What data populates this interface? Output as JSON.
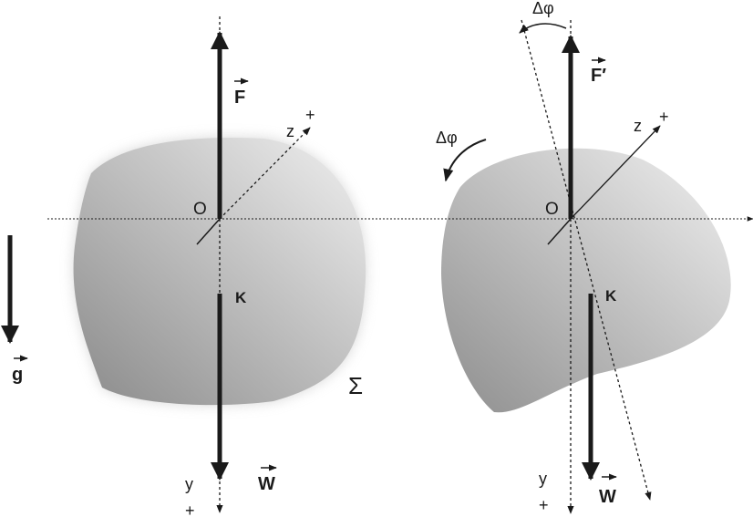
{
  "left": {
    "force_label": "F",
    "origin_label": "O",
    "center_of_mass_label": "K",
    "weight_label": "W",
    "z_axis_label": "z",
    "z_plus_label": "+",
    "y_axis_label": "y",
    "y_plus_label": "+",
    "gravity_label": "g",
    "body_label": "Σ"
  },
  "right": {
    "force_label": "F′",
    "origin_label": "O",
    "center_of_mass_label": "K",
    "weight_label": "W",
    "z_axis_label": "z",
    "z_plus_label": "+",
    "y_axis_label": "y",
    "y_plus_label": "+",
    "rotation_top_label": "Δφ",
    "rotation_side_label": "Δφ"
  },
  "colors": {
    "ink": "#1a1a1a",
    "body_light": "#eeeeee",
    "body_dark": "#8f8f8f"
  }
}
